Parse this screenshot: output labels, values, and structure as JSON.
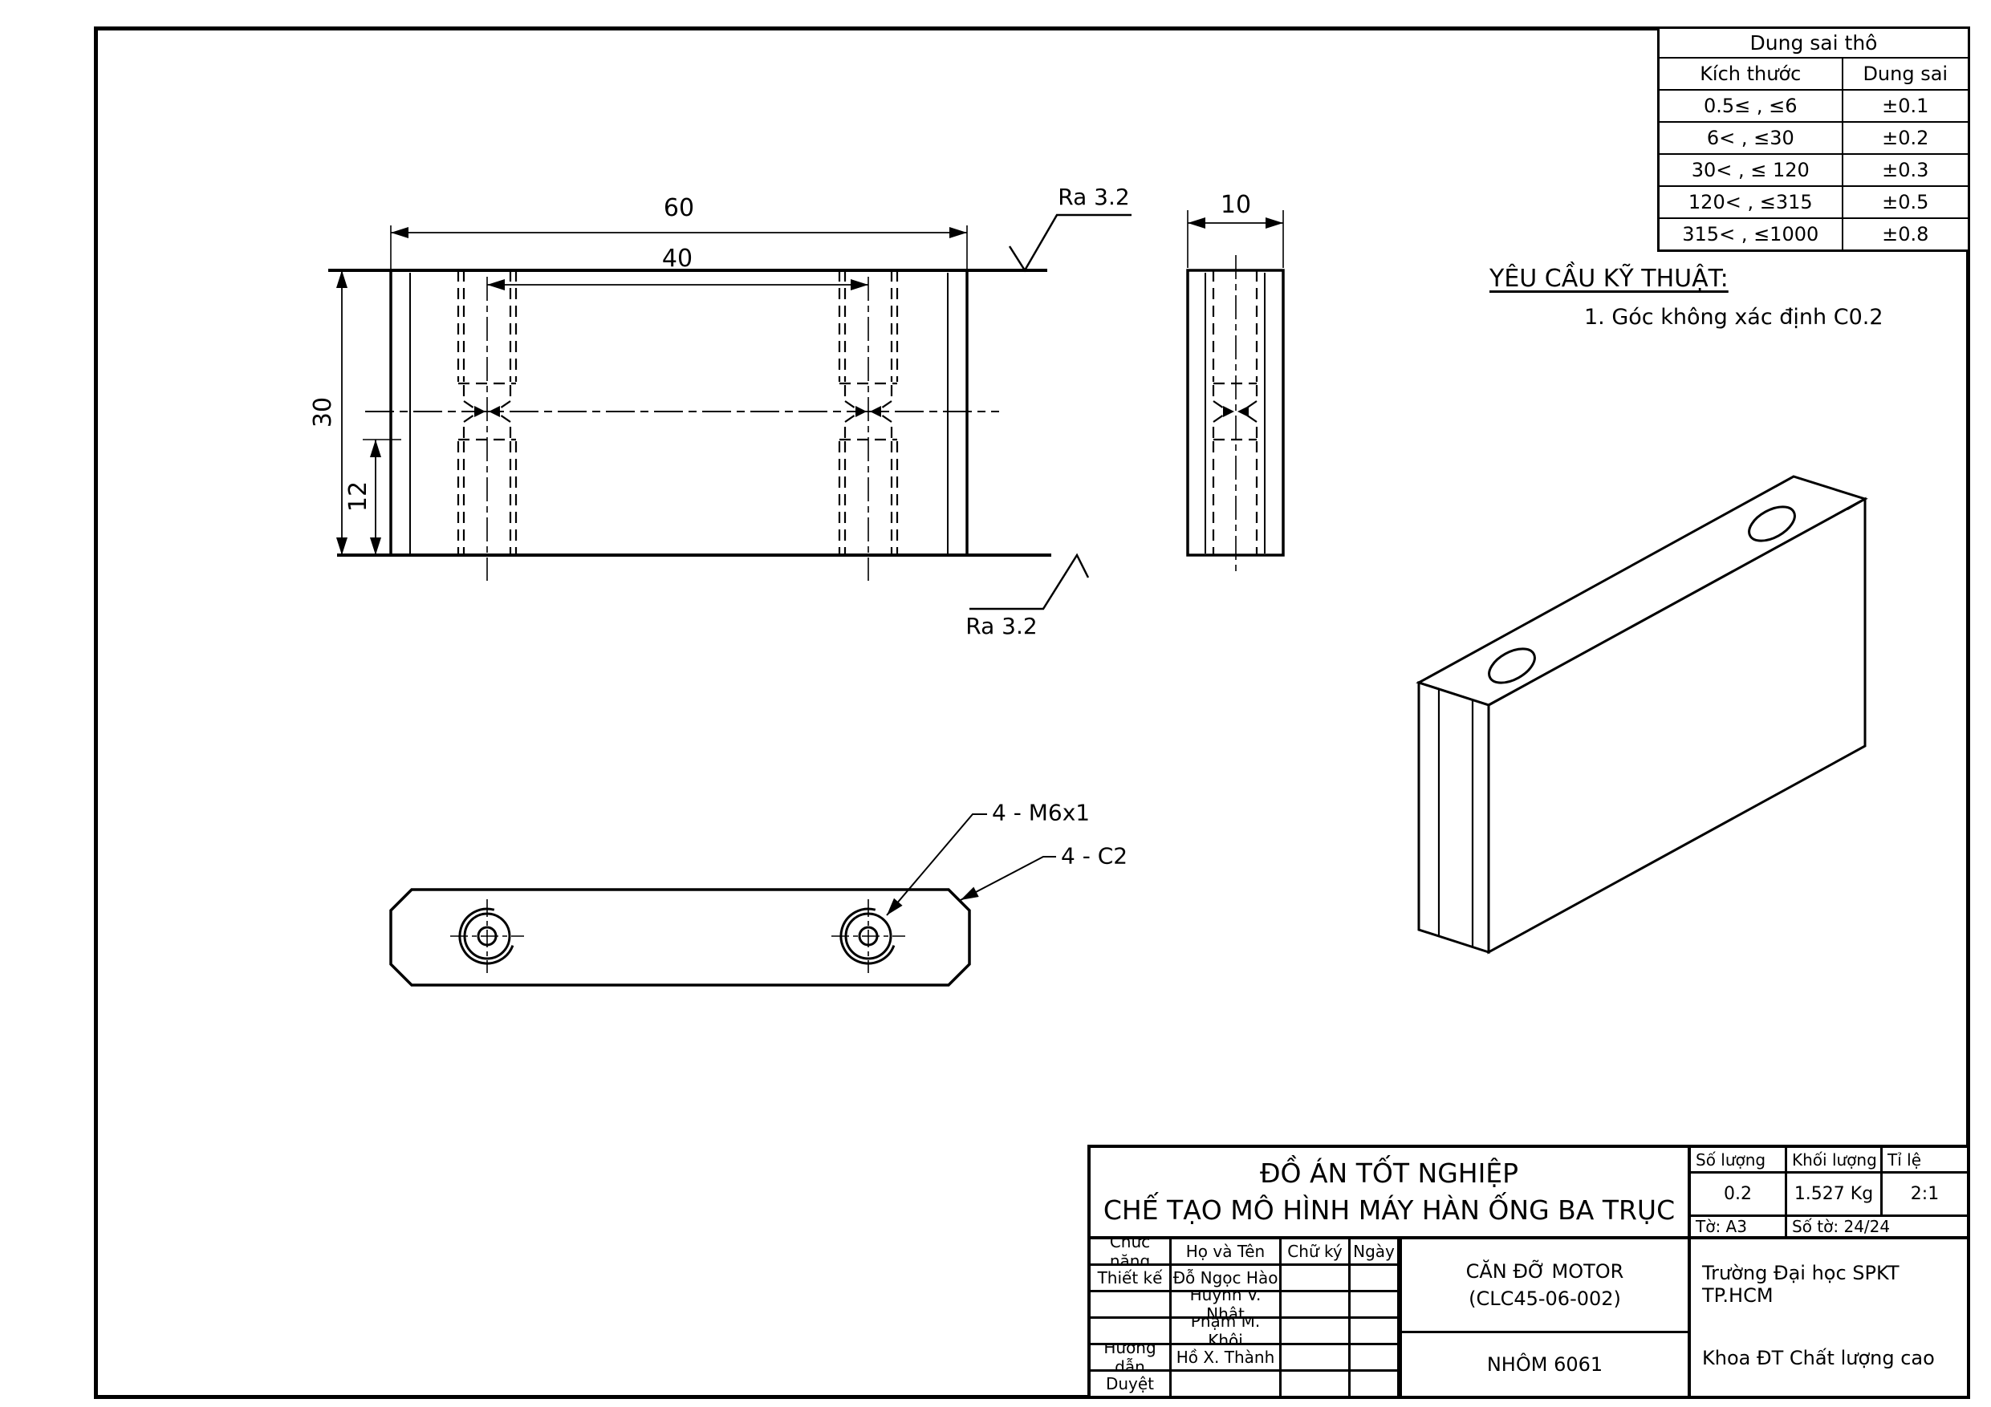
{
  "tolerance_table": {
    "title": "Dung sai thô",
    "col_size": "Kích thước",
    "col_tol": "Dung sai",
    "rows": [
      {
        "size": "0.5≤ , ≤6",
        "tol": "±0.1"
      },
      {
        "size": "6< , ≤30",
        "tol": "±0.2"
      },
      {
        "size": "30< , ≤ 120",
        "tol": "±0.3"
      },
      {
        "size": "120< , ≤315",
        "tol": "±0.5"
      },
      {
        "size": "315< , ≤1000",
        "tol": "±0.8"
      }
    ]
  },
  "tech_req": {
    "heading": "YÊU CẦU KỸ THUẬT:",
    "item1": "1. Góc không xác định C0.2"
  },
  "dimensions": {
    "overall_width": "60",
    "hole_spacing": "40",
    "height": "30",
    "hole_offset": "12",
    "thickness": "10"
  },
  "surface_finish": {
    "top": "Ra 3.2",
    "bottom": "Ra 3.2"
  },
  "hole_labels": {
    "thread": "4 - M6x1",
    "chamfer": "4 - C2"
  },
  "title_block": {
    "project_line1": "ĐỒ ÁN TỐT NGHIỆP",
    "project_line2": "CHẾ TẠO MÔ HÌNH MÁY HÀN ỐNG BA TRỤC",
    "qty_label": "Số lượng",
    "qty_value": "0.2",
    "mass_label": "Khối lượng",
    "mass_value": "1.527 Kg",
    "scale_label": "Tỉ lệ",
    "scale_value": "2:1",
    "sheet": "Tờ: A3",
    "sheet_count": "Số tờ: 24/24",
    "col_role": "Chức năng",
    "col_name": "Họ và Tên",
    "col_sign": "Chữ ký",
    "col_date": "Ngày",
    "rows": [
      {
        "role": "Thiết kế",
        "name": "Đỗ Ngọc Hào"
      },
      {
        "role": "",
        "name": "Huỳnh V. Nhật"
      },
      {
        "role": "",
        "name": "Phạm M. Khôi"
      },
      {
        "role": "Hướng dẫn",
        "name": "Hồ X. Thành"
      },
      {
        "role": "Duyệt",
        "name": ""
      }
    ],
    "part_name": "CĂN ĐỠ MOTOR",
    "part_code": "(CLC45-06-002)",
    "material": "NHÔM 6061",
    "org_line1": "Trường Đại học SPKT TP.HCM",
    "org_line2": "Khoa ĐT Chất lượng cao"
  }
}
